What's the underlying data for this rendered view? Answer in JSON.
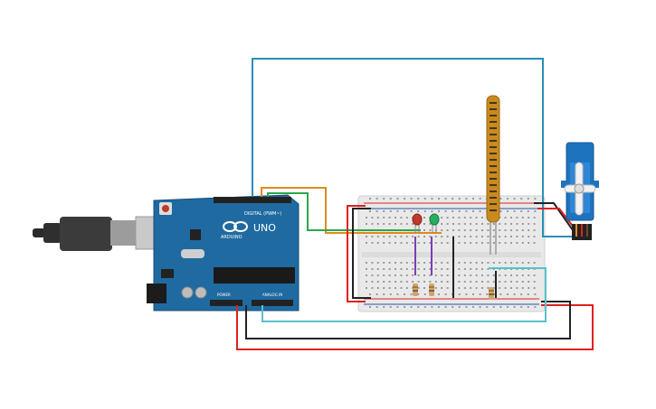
{
  "arduino": {
    "model": "UNO",
    "brand": "ARDUINO",
    "digital_header": "DIGITAL (PWM~)",
    "power_label": "POWER",
    "analog_label": "ANALOG IN",
    "board_color": "#1f6aa0"
  },
  "breadboard": {
    "body_color": "#e9e9e9"
  },
  "components": {
    "leds": [
      {
        "color": "#c0392b"
      },
      {
        "color": "#27ae60"
      }
    ],
    "flex_sensor": {
      "color": "#c98a1e"
    },
    "servo": {
      "color": "#1e73be"
    }
  },
  "wire_colors": {
    "red": "#e02020",
    "black": "#222222",
    "cyan": "#55c2cc",
    "blue": "#2a8fb5",
    "orange": "#e08a1e",
    "green": "#2aa84a",
    "purple": "#7a3fb0"
  }
}
